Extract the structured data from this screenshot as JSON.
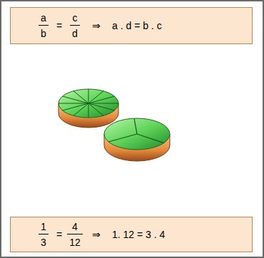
{
  "diagram": {
    "nodes": [
      {
        "text": [
          "a",
          "b",
          "=",
          "c",
          "d",
          "⇒",
          "a . d = b . c"
        ]
      },
      {
        "text": [
          "1",
          "3",
          "=",
          "4",
          "12",
          "⇒",
          "1. 12 = 3 . 4"
        ]
      }
    ]
  }
}
